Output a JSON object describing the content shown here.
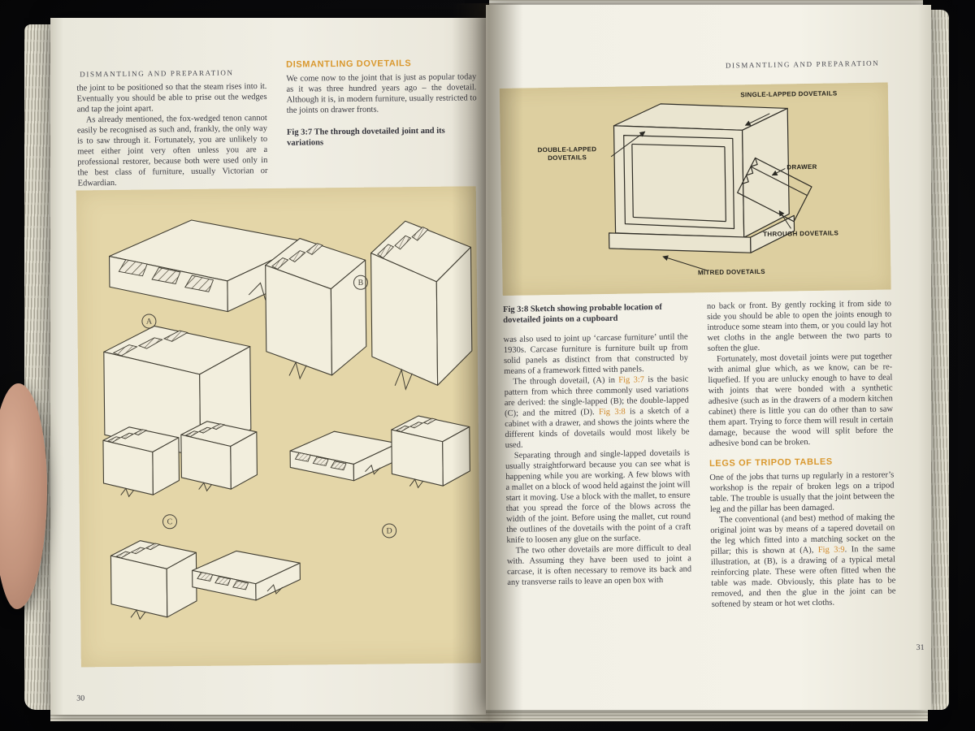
{
  "left_page": {
    "running_head": "DISMANTLING AND PREPARATION",
    "page_number": "30",
    "col1_paragraphs": [
      "the joint to be positioned so that the steam rises into it. Eventually you should be able to prise out the wedges and tap the joint apart.",
      "As already mentioned, the fox-wedged tenon cannot easily be recognised as such and, frankly, the only way is to saw through it. Fortunately, you are unlikely to meet either joint very often unless you are a professional restorer, because both were used only in the best class of furniture, usually Victorian or Edwardian."
    ],
    "col2": {
      "heading": "DISMANTLING DOVETAILS",
      "paragraphs": [
        "We come now to the joint that is just as popular today as it was three hundred years ago – the dovetail. Although it is, in modern furniture, usually restricted to the joints on drawer fronts."
      ],
      "caption": "Fig 3:7 The through dovetailed joint and its variations"
    },
    "figure_letters": [
      "A",
      "B",
      "C",
      "D"
    ]
  },
  "right_page": {
    "running_head": "DISMANTLING AND PREPARATION",
    "page_number": "31",
    "figure_labels": {
      "single_lapped": "SINGLE-LAPPED DOVETAILS",
      "double_lapped": "DOUBLE-LAPPED DOVETAILS",
      "drawer": "DRAWER",
      "through": "THROUGH DOVETAILS",
      "mitred": "MITRED DOVETAILS"
    },
    "caption": "Fig 3:8 Sketch showing probable location of dovetailed joints on a cupboard",
    "col1_paragraphs": [
      "was also used to joint up ‘carcase furniture’ until the 1930s. Carcase furniture is furniture built up from solid panels as distinct from that constructed by means of a framework fitted with panels.",
      "The through dovetail, (A) in Fig 3:7 is the basic pattern from which three commonly used variations are derived: the single-lapped (B); the double-lapped (C); and the mitred (D). Fig 3:8 is a sketch of a cabinet with a drawer, and shows the joints where the different kinds of dovetails would most likely be used.",
      "Separating through and single-lapped dovetails is usually straightforward because you can see what is happening while you are working. A few blows with a mallet on a block of wood held against the joint will start it moving. Use a block with the mallet, to ensure that you spread the force of the blows across the width of the joint. Before using the mallet, cut round the outlines of the dovetails with the point of a craft knife to loosen any glue on the surface.",
      "The two other dovetails are more difficult to deal with. Assuming they have been used to joint a carcase, it is often necessary to remove its back and any transverse rails to leave an open box with"
    ],
    "col2_paragraphs_a": [
      "no back or front. By gently rocking it from side to side you should be able to open the joints enough to introduce some steam into them, or you could lay hot wet cloths in the angle between the two parts to soften the glue.",
      "Fortunately, most dovetail joints were put together with animal glue which, as we know, can be re-liquefied. If you are unlucky enough to have to deal with joints that were bonded with a synthetic adhesive (such as in the drawers of a modern kitchen cabinet) there is little you can do other than to saw them apart. Trying to force them will result in certain damage, because the wood will split before the adhesive bond can be broken."
    ],
    "heading2": "LEGS OF TRIPOD TABLES",
    "col2_paragraphs_b": [
      "One of the jobs that turns up regularly in a restorer’s workshop is the repair of broken legs on a tripod table. The trouble is usually that the joint between the leg and the pillar has been damaged.",
      "The conventional (and best) method of making the original joint was by means of a tapered dovetail on the leg which fitted into a matching socket on the pillar; this is shown at (A), Fig 3:9. In the same illustration, at (B), is a drawing of a typical metal reinforcing plate. These were often fitted when the table was made. Obviously, this plate has to be removed, and then the glue in the joint can be softened by steam or hot wet cloths."
    ]
  }
}
